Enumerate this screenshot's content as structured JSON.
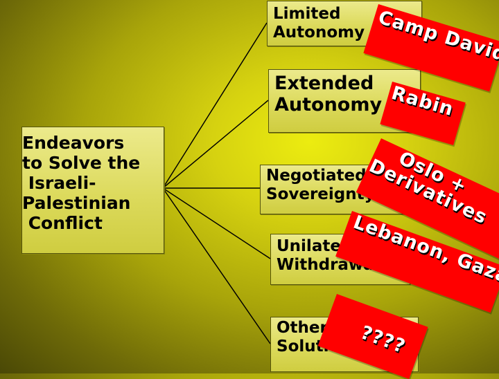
{
  "diagram": {
    "root": {
      "lines": [
        "Endeavors",
        "to Solve the",
        " Israeli-",
        "Palestinian",
        " Conflict"
      ]
    },
    "options": [
      {
        "label": [
          "Limited",
          "Autonomy"
        ],
        "tag": [
          "Camp David I"
        ]
      },
      {
        "label": [
          "Extended",
          "Autonomy"
        ],
        "tag": [
          "Rabin"
        ]
      },
      {
        "label": [
          "Negotiated",
          "Sovereignty"
        ],
        "tag": [
          "Oslo +",
          "Derivatives"
        ]
      },
      {
        "label": [
          "Unilateral",
          "Withdrawal"
        ],
        "tag": [
          "Lebanon, Gaza"
        ]
      },
      {
        "label": [
          "Other",
          "Solutions"
        ],
        "tag": [
          "????"
        ]
      }
    ]
  },
  "colors": {
    "background": "#c8c40e",
    "box_fill": "#e0de6a",
    "tag_fill": "#ff0000",
    "connector": "#000000"
  }
}
